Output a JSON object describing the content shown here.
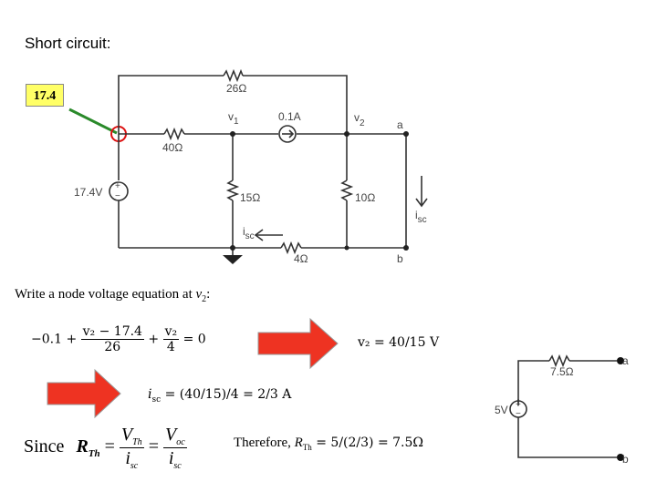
{
  "slide": {
    "title": "Short circuit:",
    "callout": "17.4"
  },
  "circuit": {
    "r_top": "26Ω",
    "r_left": "40Ω",
    "r_mid": "15Ω",
    "r_right": "10Ω",
    "r_bottom": "4Ω",
    "source_v": "17.4V",
    "source_i": "0.1A",
    "node_v1": "v",
    "node_v1_sub": "1",
    "node_v2": "v",
    "node_v2_sub": "2",
    "term_a": "a",
    "term_b": "b",
    "isc_main": "i",
    "isc_main_sub": "sc",
    "isc_bottom": "i",
    "isc_bottom_sub": "sc"
  },
  "equations": {
    "intro": "Write a node voltage equation at ",
    "intro_var": "v",
    "intro_var_sub": "2",
    "intro_end": ":",
    "eq1_lead": "−0.1 +",
    "eq1_frac1_num": "v₂ − 17.4",
    "eq1_frac1_den": "26",
    "eq1_plus": "+",
    "eq1_frac2_num": "v₂",
    "eq1_frac2_den": "4",
    "eq1_tail": "= 0",
    "eq_v2": "v₂ = 40/15 V",
    "eq_isc": "i",
    "eq_isc_sub": "sc",
    "eq_isc_rest": " = (40/15)/4 = 2/3 A",
    "since": "Since",
    "rth_sym": "R",
    "rth_sub": "Th",
    "eq_sign1": "=",
    "vth": "V",
    "vth_sub": "Th",
    "eq_sign2": "=",
    "voc": "V",
    "voc_sub": "oc",
    "isc_den": "i",
    "isc_den_sub": "sc",
    "therefore": "Therefore, ",
    "rth_final_sym": "R",
    "rth_final_sub": "Th",
    "rth_final_rest": " = 5/(2/3) = 7.5Ω"
  },
  "thevenin": {
    "resistor": "7.5Ω",
    "source": "5V",
    "term_a": "a",
    "term_b": "b"
  },
  "colors": {
    "arrow_fill": "#ee3322",
    "callout_bg": "#ffff66",
    "leader": "#2a8a2a",
    "marker": "#dd1111"
  }
}
